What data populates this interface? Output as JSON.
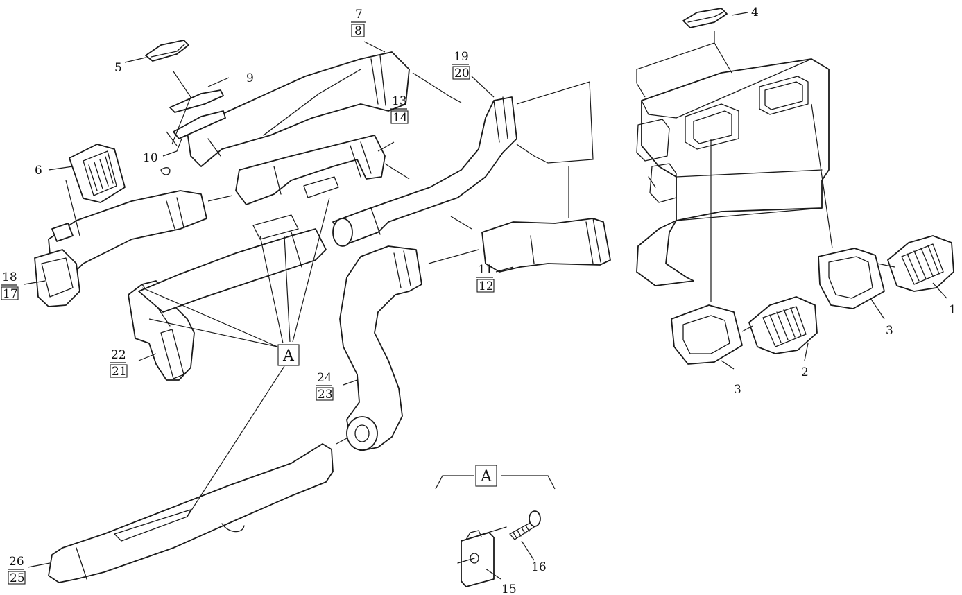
{
  "callouts": {
    "c1": "1",
    "c2": "2",
    "c3a": "3",
    "c3b": "3",
    "c4": "4",
    "c5": "5",
    "c6": "6",
    "c7": "7",
    "c8": "8",
    "c9": "9",
    "c10": "10",
    "c11": "11",
    "c12": "12",
    "c13": "13",
    "c14": "14",
    "c15": "15",
    "c16": "16",
    "c17": "17",
    "c18": "18",
    "c19": "19",
    "c20": "20",
    "c21": "21",
    "c22": "22",
    "c23": "23",
    "c24": "24",
    "c25": "25",
    "c26": "26"
  },
  "detail_marker": "A",
  "inset_title": "A"
}
